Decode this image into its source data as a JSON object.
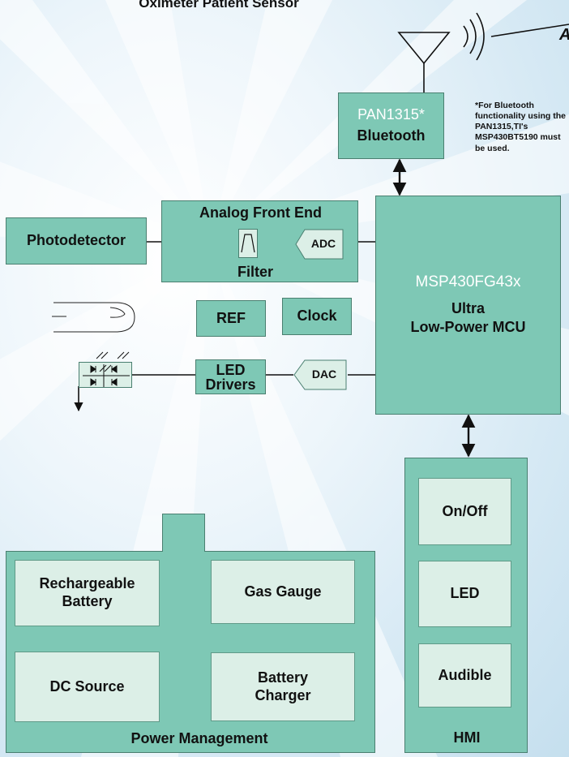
{
  "header": {
    "title": "Oximeter Patient Sensor"
  },
  "bluetooth": {
    "model": "PAN1315*",
    "label": "Bluetooth",
    "note": "*For Bluetooth functionality using the PAN1315,TI's MSP430BT5190 must be used."
  },
  "photodetector": {
    "label": "Photodetector"
  },
  "afe": {
    "title": "Analog Front End",
    "filter": "Filter",
    "adc": "ADC"
  },
  "mcu": {
    "model": "MSP430FG43x",
    "line1": "Ultra",
    "line2": "Low-Power MCU"
  },
  "ref": {
    "label": "REF"
  },
  "clock": {
    "label": "Clock"
  },
  "led_drivers": {
    "line1": "LED",
    "line2": "Drivers"
  },
  "dac": {
    "label": "DAC"
  },
  "power": {
    "title": "Power Management",
    "battery_line1": "Rechargeable",
    "battery_line2": "Battery",
    "gas_gauge": "Gas Gauge",
    "dc_source": "DC Source",
    "charger_line1": "Battery",
    "charger_line2": "Charger"
  },
  "hmi": {
    "title": "HMI",
    "on_off": "On/Off",
    "led": "LED",
    "audible": "Audible"
  },
  "colors": {
    "block": "#7ec8b5",
    "inner": "#dcefe7",
    "line": "#111111"
  }
}
